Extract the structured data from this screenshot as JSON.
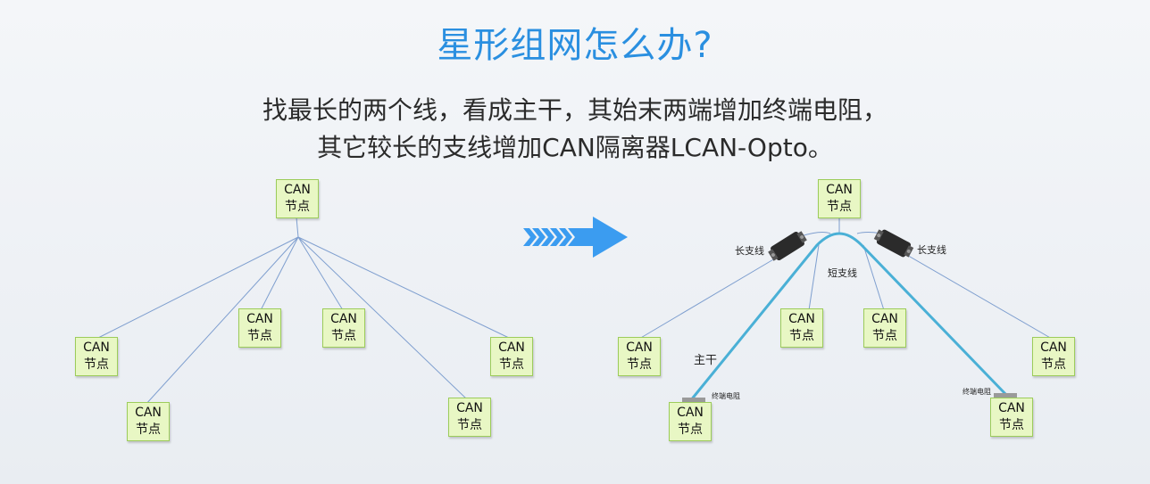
{
  "header": {
    "title": "星形组网怎么办?",
    "line1": "找最长的两个线，看成主干，其始末两端增加终端电阻，",
    "line2": "其它较长的支线增加CAN隔离器LCAN-Opto。"
  },
  "node": {
    "line1": "CAN",
    "line2": "节点"
  },
  "labels": {
    "long_branch": "长支线",
    "short_branch": "短支线",
    "trunk": "主干",
    "terminator": "终端电阻"
  },
  "colors": {
    "title": "#2a8fe0",
    "node_fill": "#e8f7c4",
    "node_border": "#9ccc5a",
    "thin_line": "#7f9fcf",
    "trunk_line": "#4ab0d6",
    "arrow": "#3b9cf0"
  }
}
